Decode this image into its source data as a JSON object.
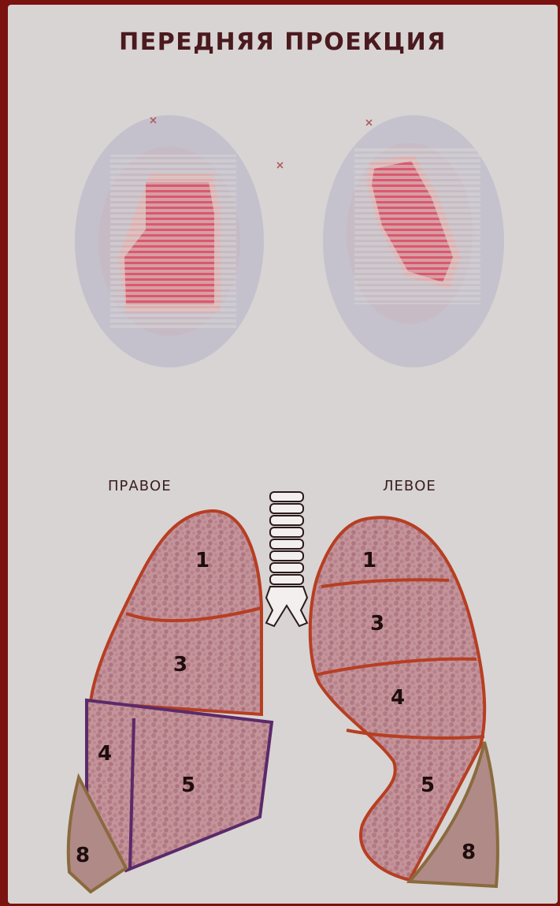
{
  "title": "ПЕРЕДНЯЯ ПРОЕКЦИЯ",
  "labels": {
    "right": "ПРАВОЕ",
    "left": "ЛЕВОЕ"
  },
  "segments": {
    "right": [
      "1",
      "3",
      "4",
      "5",
      "8"
    ],
    "left": [
      "1",
      "3",
      "4",
      "5",
      "8"
    ]
  },
  "colors": {
    "frame": "#7a1210",
    "background": "#d8d4d3",
    "lung_fill": "#c99aa0",
    "lung_outline": "#b73e22",
    "middle_lobe_outline": "#5a2a6a",
    "lateral_basal_fill": "#b08a86",
    "lateral_basal_outline": "#8a6a3e",
    "scan_hot": "#d84a62",
    "scan_halo": "#a0a0c0"
  }
}
